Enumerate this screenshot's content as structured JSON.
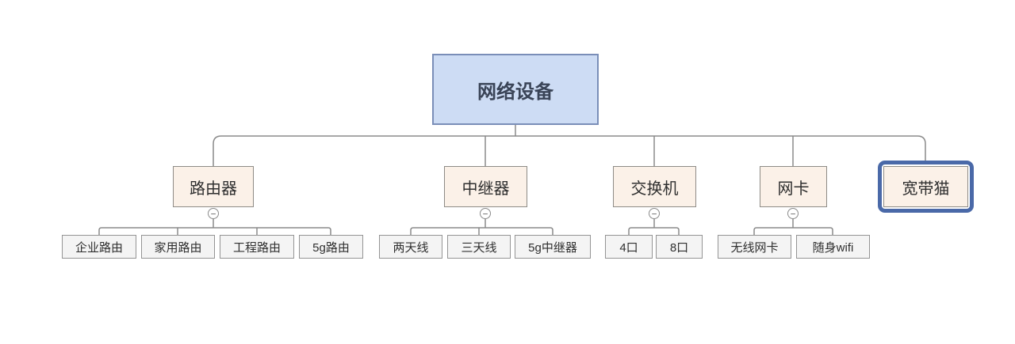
{
  "diagram": {
    "title": "network-equipment-mindmap",
    "root": {
      "label": "网络设备"
    },
    "branches": [
      {
        "label": "路由器",
        "children": [
          "企业路由",
          "家用路由",
          "工程路由",
          "5g路由"
        ]
      },
      {
        "label": "中继器",
        "children": [
          "两天线",
          "三天线",
          "5g中继器"
        ]
      },
      {
        "label": "交换机",
        "children": [
          "4口",
          "8口"
        ]
      },
      {
        "label": "网卡",
        "children": [
          "无线网卡",
          "随身wifi"
        ]
      },
      {
        "label": "宽带猫",
        "children": [],
        "selected": true
      }
    ],
    "collapse_icon": {
      "name": "minus-circle-icon",
      "glyph": "−"
    },
    "colors": {
      "root_fill": "#cddcf4",
      "root_border": "#7a8eb8",
      "branch_fill": "#fbf1e8",
      "branch_border": "#8e8b86",
      "leaf_fill": "#f4f4f4",
      "leaf_border": "#949494",
      "line": "#8a8a8a",
      "selection": "#4a69a8",
      "root_text": "#3a4457",
      "text": "#2f2f2f"
    }
  }
}
